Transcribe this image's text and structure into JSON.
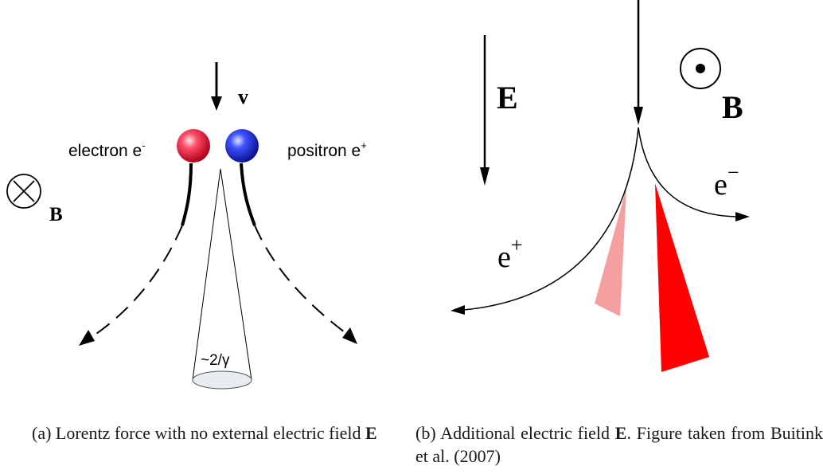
{
  "panel_a": {
    "velocity_label": "v",
    "electron_label": "electron e",
    "electron_superscript": "-",
    "positron_label": "positron e",
    "positron_superscript": "+",
    "field_label": "B",
    "cone_label": "~2/γ",
    "electron_color": "#e8213a",
    "positron_color": "#1f2fd9"
  },
  "panel_b": {
    "e_field_label": "E",
    "b_field_label": "B",
    "electron_label": "e",
    "electron_superscript": "−",
    "positron_label": "e",
    "positron_superscript": "+",
    "strong_emission_color": "#ff0000",
    "weak_emission_color": "#f5a0a0"
  },
  "captions": {
    "a_prefix": "(a) Lorentz force with no external electric field ",
    "a_bold": "E",
    "b_prefix": "(b) Additional electric field ",
    "b_bold": "E",
    "b_suffix": ". Figure taken from Buitink et al. (2007)"
  }
}
